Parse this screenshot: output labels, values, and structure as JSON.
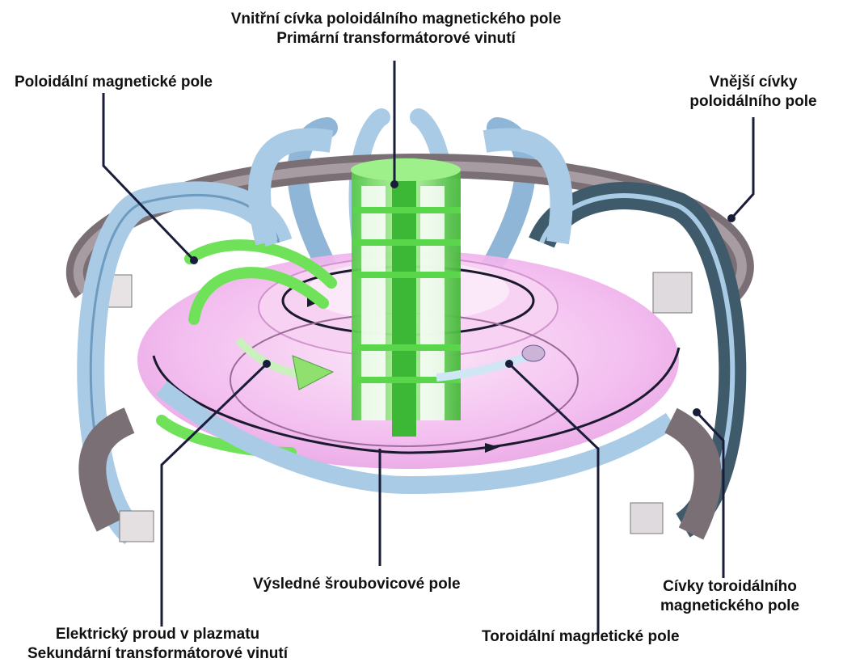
{
  "labels": {
    "inner_coil_line1": "Vnitřní cívka poloidálního magnetického pole",
    "inner_coil_line2": "Primární transformátorové vinutí",
    "poloidal_field": "Poloidální magnetické pole",
    "outer_coils_line1": "Vnější cívky",
    "outer_coils_line2": "poloidálního pole",
    "helical_field": "Výsledné šroubovicové pole",
    "toroidal_coils_line1": "Cívky toroidálního",
    "toroidal_coils_line2": "magnetického pole",
    "plasma_current_line1": "Elektrický proud v plazmatu",
    "plasma_current_line2": "Sekundární transformátorové vinutí",
    "toroidal_field": "Toroidální magnetické pole"
  },
  "colors": {
    "plasma": "#f2b8ee",
    "toroidal_coil_light": "#a9cbe6",
    "toroidal_coil_dark": "#3f5a6a",
    "central_solenoid": "#7fe06a",
    "outer_pf_coil": "#8a7f85",
    "leader_line": "#1a1d3a"
  }
}
